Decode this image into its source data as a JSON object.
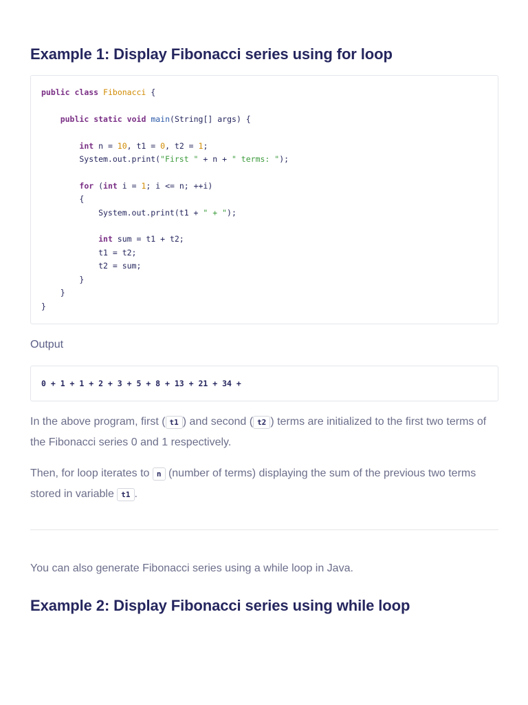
{
  "headings": {
    "example1": "Example 1: Display Fibonacci series using for loop",
    "example2": "Example 2: Display Fibonacci series using while loop"
  },
  "code": {
    "language": "java",
    "lines": [
      "public class Fibonacci {",
      "",
      "    public static void main(String[] args) {",
      "",
      "        int n = 10, t1 = 0, t2 = 1;",
      "        System.out.print(\"First \" + n + \" terms: \");",
      "",
      "        for (int i = 1; i <= n; ++i)",
      "        {",
      "            System.out.print(t1 + \" + \");",
      "",
      "            int sum = t1 + t2;",
      "            t1 = t2;",
      "            t2 = sum;",
      "        }",
      "    }",
      "}"
    ]
  },
  "output": {
    "label": "Output",
    "text": "0 + 1 + 1 + 2 + 3 + 5 + 8 + 13 + 21 + 34 +"
  },
  "paragraphs": {
    "p1": {
      "a": "In the above program, first (",
      "code1": "t1",
      "b": ") and second (",
      "code2": "t2",
      "c": ") terms are initialized to the first two terms of the Fibonacci series 0 and 1 respectively."
    },
    "p2": {
      "a": "Then, for loop iterates to ",
      "code1": "n",
      "b": " (number of terms) displaying the sum of the previous two terms stored in variable ",
      "code2": "t1",
      "c": "."
    },
    "p3": "You can also generate Fibonacci series using a while loop in Java."
  },
  "colors": {
    "heading": "#25265e",
    "keyword": "#7a2f85",
    "class_name": "#d08a00",
    "function": "#2b59a8",
    "number": "#d08a00",
    "string": "#3d9b3d",
    "body_text": "#6b6e8a"
  }
}
